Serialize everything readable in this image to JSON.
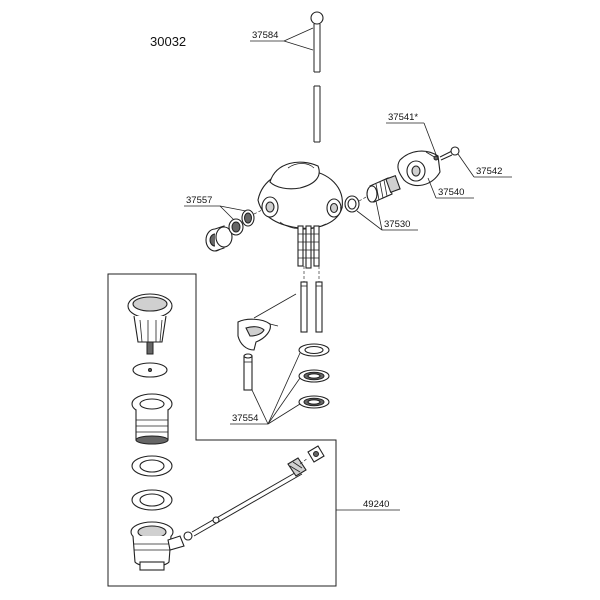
{
  "diagram": {
    "model_number": "30032",
    "parts": [
      {
        "ref": "37584"
      },
      {
        "ref": "37541*"
      },
      {
        "ref": "37542"
      },
      {
        "ref": "37540"
      },
      {
        "ref": "37557"
      },
      {
        "ref": "37530"
      },
      {
        "ref": "37554"
      },
      {
        "ref": "49240"
      }
    ]
  }
}
